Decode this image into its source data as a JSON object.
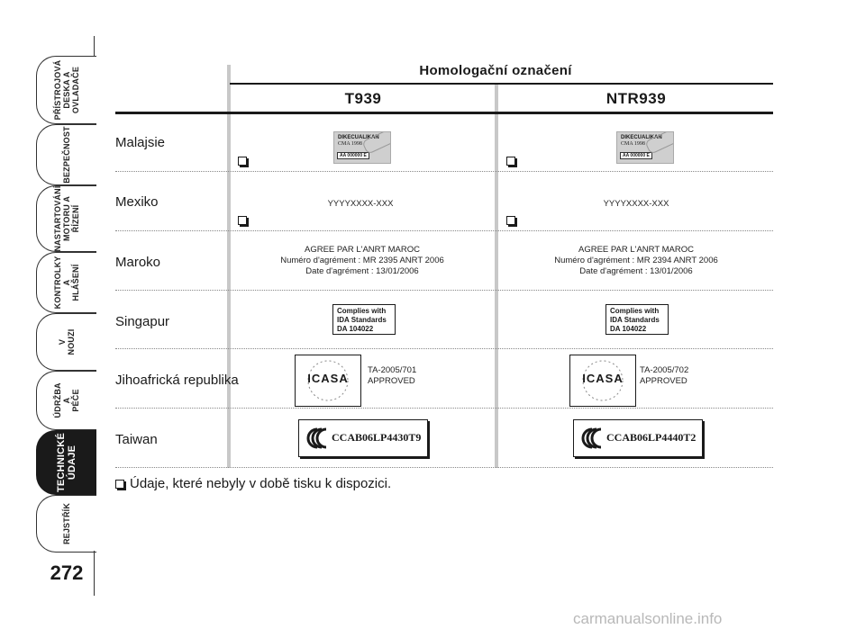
{
  "tabs": [
    {
      "label": "PŘÍSTROJOVÁ\nDESKA A\nOVLADAČE",
      "active": false
    },
    {
      "label": "BEZPEČNOST",
      "active": false
    },
    {
      "label": "NASTARTOVÁNÍ\nMOTORU A\nŘÍZENÍ",
      "active": false
    },
    {
      "label": "KONTROLKY A\nHLÁŠENÍ",
      "active": false
    },
    {
      "label": "V NOUZI",
      "active": false
    },
    {
      "label": "ÚDRŽBA A\nPÉČE",
      "active": false
    },
    {
      "label": "TECHNICKÉ\nÚDAJE",
      "active": true
    },
    {
      "label": "REJSTŘÍK",
      "active": false
    }
  ],
  "page_number": "272",
  "title": "Homologační označení",
  "columns": [
    "T939",
    "NTR939"
  ],
  "rows": [
    {
      "country": "Malajsie"
    },
    {
      "country": "Mexiko"
    },
    {
      "country": "Maroko"
    },
    {
      "country": "Singapur"
    },
    {
      "country": "Jihoafrická republika"
    },
    {
      "country": "Taiwan"
    }
  ],
  "malaysia_sticker": {
    "line1": "DIKECUALIKAN",
    "line2": "CMA 1998",
    "code": "AA 000000 E"
  },
  "mexico_code": "YYYYXXXX-XXX",
  "morocco": {
    "t939": {
      "l1": "AGREE PAR L'ANRT MAROC",
      "l2": "Numéro d'agrément : MR 2395 ANRT 2006",
      "l3": "Date d'agrément : 13/01/2006"
    },
    "ntr939": {
      "l1": "AGREE PAR L'ANRT MAROC",
      "l2": "Numéro d'agrément : MR 2394 ANRT 2006",
      "l3": "Date d'agrément : 13/01/2006"
    }
  },
  "singapore": {
    "l1": "Complies with",
    "l2": "IDA  Standards",
    "l3": "DA 104022"
  },
  "south_africa": {
    "logo": "ICASA",
    "t939": {
      "l1": "TA-2005/701",
      "l2": "APPROVED"
    },
    "ntr939": {
      "l1": "TA-2005/702",
      "l2": "APPROVED"
    }
  },
  "taiwan": {
    "t939": "CCAB06LP4430T9",
    "ntr939": "CCAB06LP4440T2"
  },
  "footnote": "Údaje, které nebyly v době tisku k dispozici.",
  "watermark": "carmanualsonline.info"
}
